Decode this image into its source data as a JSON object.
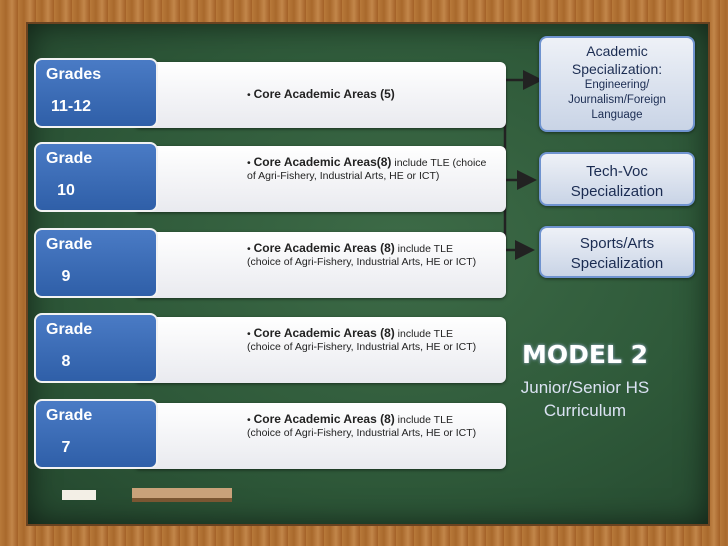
{
  "grades": [
    {
      "label_line1": "Grades",
      "label_line2": "11-12",
      "bold": "Core Academic Areas (5)",
      "rest": ""
    },
    {
      "label_line1": "Grade",
      "label_line2": "10",
      "bold": "Core Academic Areas(8)",
      "rest": " include TLE (choice of Agri-Fishery, Industrial Arts, HE or ICT)"
    },
    {
      "label_line1": "Grade",
      "label_line2": "9",
      "bold": "Core Academic Areas (8)",
      "rest": " include TLE (choice of Agri-Fishery, Industrial Arts, HE or ICT)"
    },
    {
      "label_line1": "Grade",
      "label_line2": "8",
      "bold": "Core Academic Areas (8)",
      "rest": " include TLE (choice of Agri-Fishery, Industrial Arts, HE or ICT)"
    },
    {
      "label_line1": "Grade",
      "label_line2": "7",
      "bold": "Core Academic Areas (8)",
      "rest": " include TLE (choice of Agri-Fishery, Industrial Arts, HE or ICT)"
    }
  ],
  "specializations": {
    "academic": {
      "title1": "Academic",
      "title2": "Specialization:",
      "detail1": "Engineering/",
      "detail2": "Journalism/Foreign",
      "detail3": "Language"
    },
    "techvoc": {
      "line1": "Tech-Voc",
      "line2": "Specialization"
    },
    "sports": {
      "line1": "Sports/Arts",
      "line2": "Specialization"
    }
  },
  "model": {
    "title": "MODEL 2",
    "line1": "Junior/Senior HS",
    "line2": "Curriculum"
  },
  "colors": {
    "board": "#2f5a3a",
    "tab": "#3b6db8",
    "arrow": "#222222"
  }
}
